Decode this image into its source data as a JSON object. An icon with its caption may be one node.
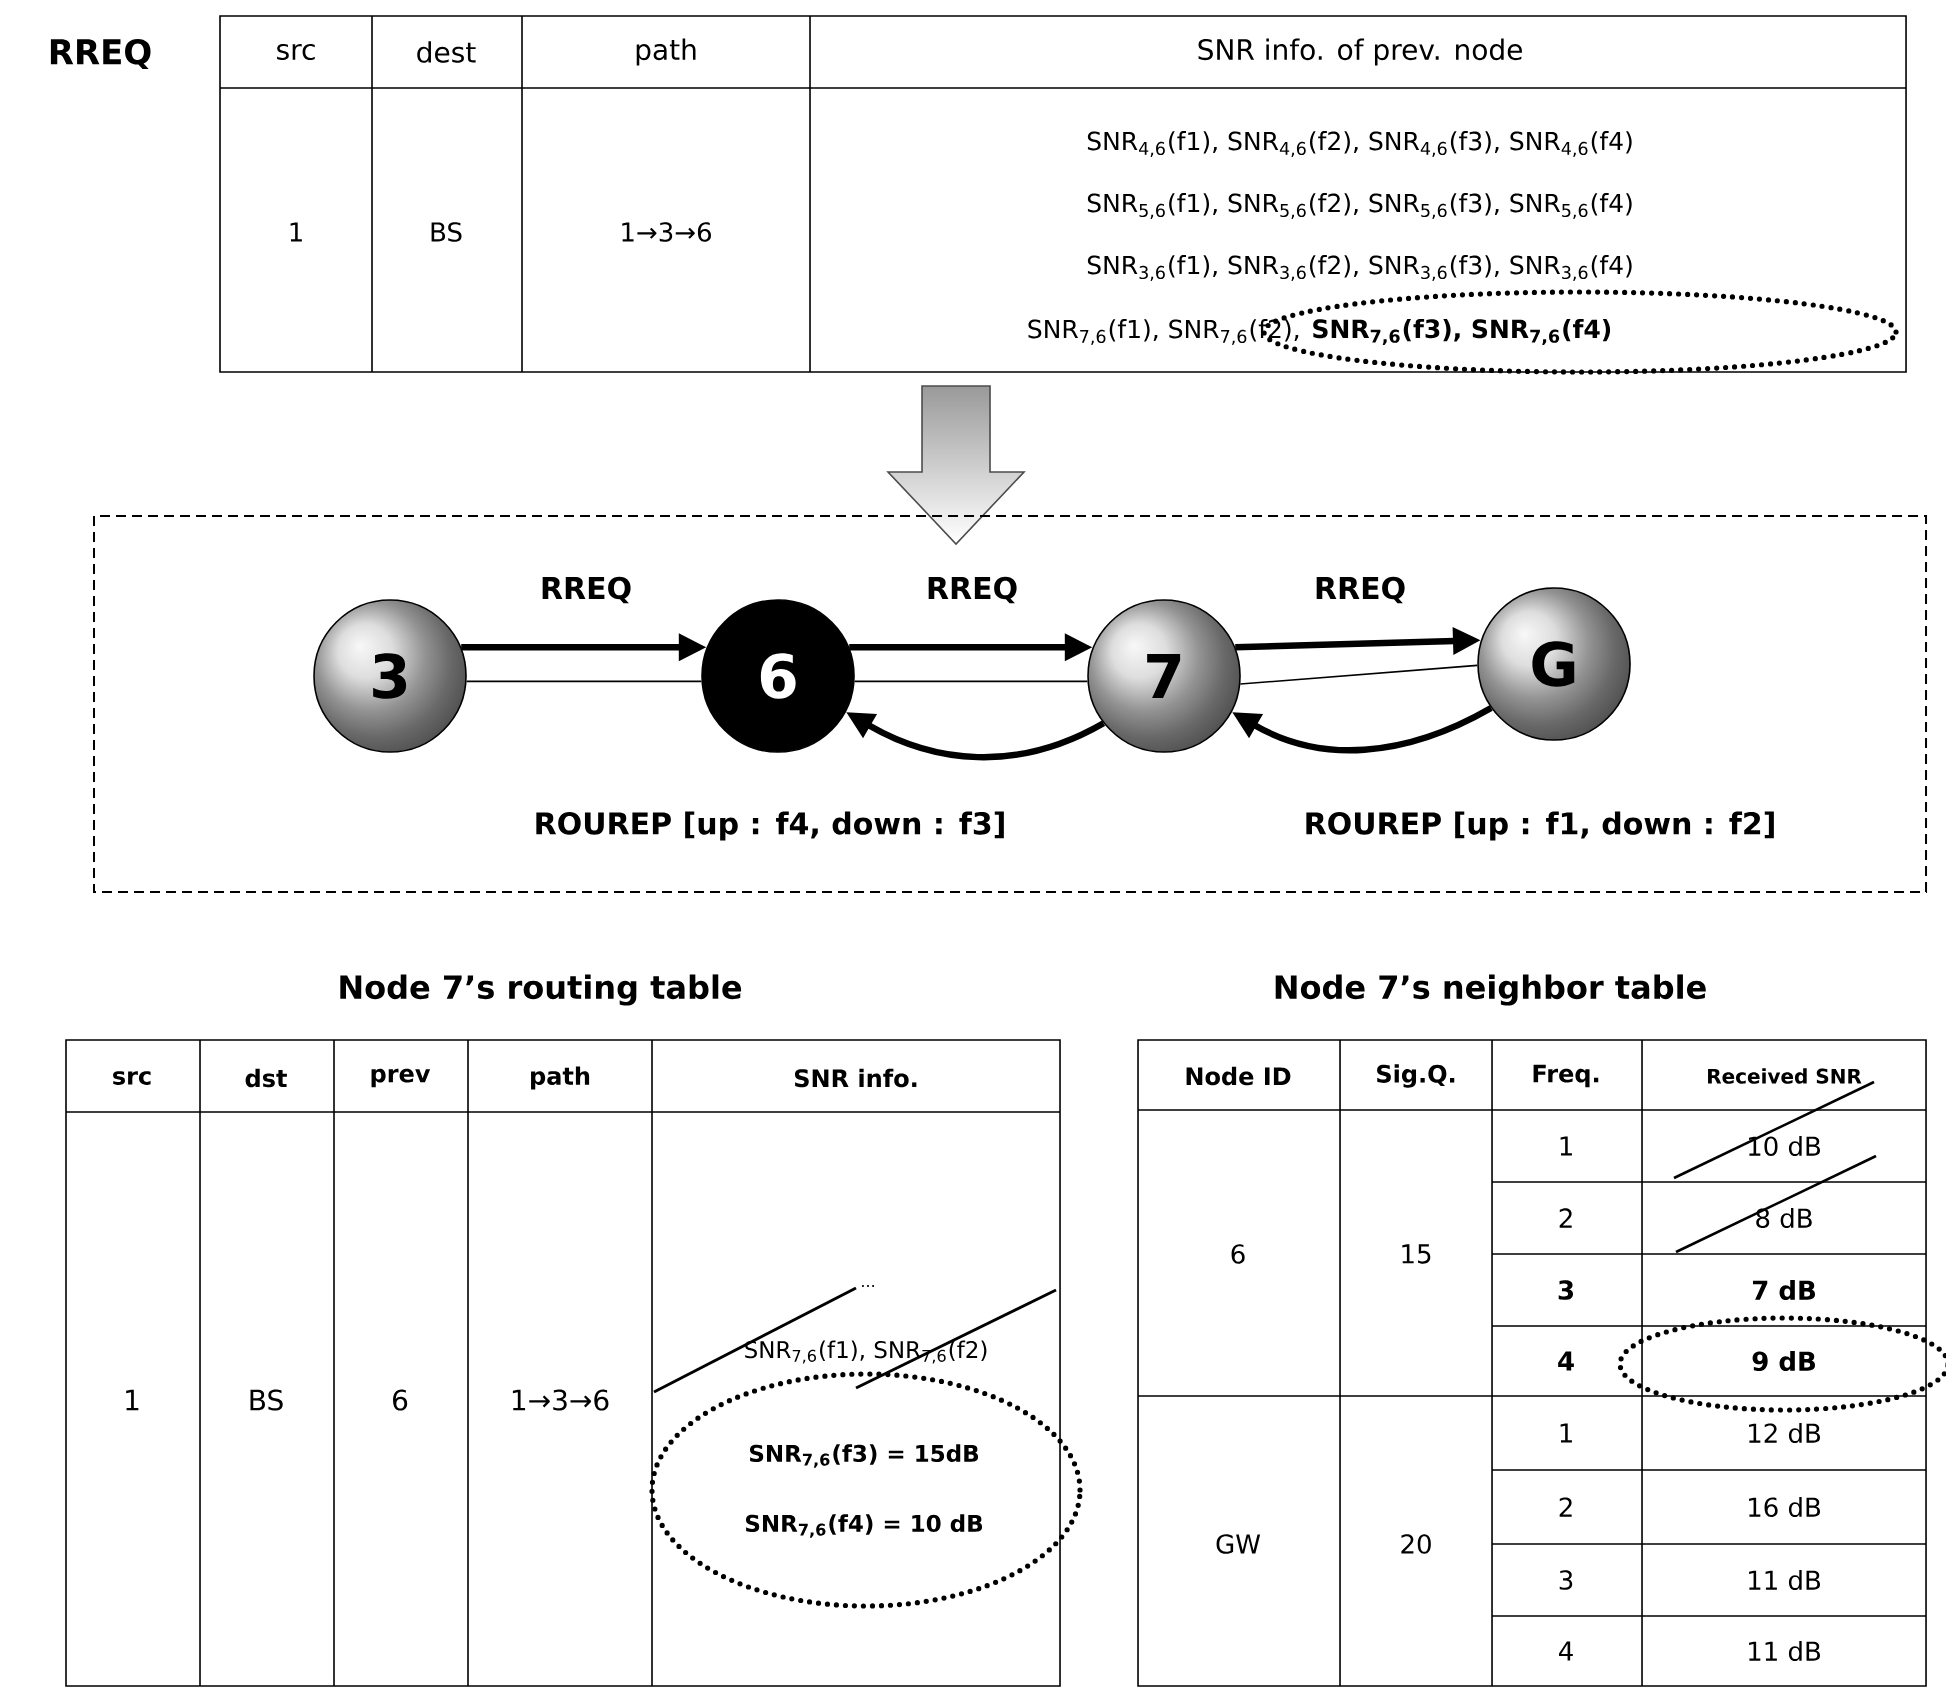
{
  "diagram": {
    "nodes": [
      {
        "text": [
          "3"
        ]
      },
      {
        "text": [
          "6"
        ]
      },
      {
        "text": [
          "7"
        ]
      },
      {
        "text": [
          "G"
        ]
      }
    ],
    "edges": [
      {
        "from": 0,
        "to": 1,
        "arrow": "to",
        "label": "RREQ"
      },
      {
        "from": 1,
        "to": 2,
        "arrow": "to",
        "label": "RREQ"
      },
      {
        "from": 2,
        "to": 3,
        "arrow": "to",
        "label": "RREQ"
      },
      {
        "from": 2,
        "to": 1,
        "arrow": "to",
        "label": "ROUREP [up : f4, down : f3]"
      },
      {
        "from": 3,
        "to": 2,
        "arrow": "to",
        "label": "ROUREP [up : f1, down : f2]"
      },
      {
        "from": 0,
        "to": 1,
        "arrow": "none"
      },
      {
        "from": 1,
        "to": 2,
        "arrow": "none"
      },
      {
        "from": 2,
        "to": 3,
        "arrow": "none"
      }
    ],
    "labels": [
      "RREQ",
      "src",
      "dest",
      "path",
      "SNR info. of prev. node",
      "1",
      "BS",
      "1→3→6",
      "SNR$_{4,6}$(f1), SNR$_{4,6}$(f2), SNR$_{4,6}$(f3), SNR$_{4,6}$(f4)",
      "SNR$_{5,6}$(f1), SNR$_{5,6}$(f2), SNR$_{5,6}$(f3), SNR$_{5,6}$(f4)",
      "SNR$_{3,6}$(f1), SNR$_{3,6}$(f2), SNR$_{3,6}$(f3), SNR$_{3,6}$(f4)",
      "SNR$_{7,6}$(f1), SNR$_{7,6}$(f2),",
      "SNR$_{7,6}$(f3), SNR$_{7,6}$(f4)",
      "Node 7’s routing table",
      "Node 7’s neighbor table",
      "src",
      "dst",
      "prev",
      "path",
      "SNR info.",
      "1",
      "BS",
      "6",
      "1→3→6",
      "...",
      "SNR$_{7,6}$(f1), SNR$_{7,6}$(f2)",
      "SNR$_{7,6}$(f3) = 15dB",
      "SNR$_{7,6}$(f4) = 10 dB",
      "Node ID",
      "Sig.Q.",
      "Freq.",
      "Received SNR",
      "6",
      "15",
      "1",
      "10 dB",
      "2",
      "8 dB",
      "3",
      "7 dB",
      "4",
      "9 dB",
      "GW",
      "20",
      "1",
      "12 dB",
      "2",
      "16 dB",
      "3",
      "11 dB",
      "4",
      "11 dB"
    ]
  }
}
